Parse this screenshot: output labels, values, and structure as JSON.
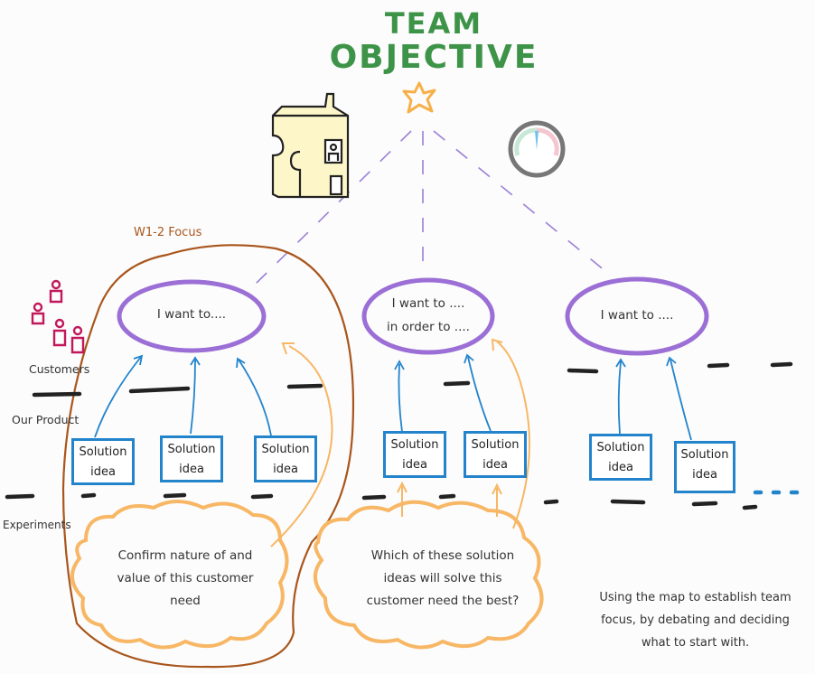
{
  "title": {
    "line1": "TEAM",
    "line2": "OBJECTIVE"
  },
  "focus_label": "W1-2 Focus",
  "rows": {
    "customers": "Customers",
    "our_product": "Our Product",
    "experiments": "Experiments"
  },
  "outcomes": [
    {
      "text": "I want to...."
    },
    {
      "line1": "I want to ....",
      "line2": "in order to ...."
    },
    {
      "text": "I want to ...."
    }
  ],
  "solution_label": {
    "line1": "Solution",
    "line2": "idea"
  },
  "experiments": [
    {
      "line1": "Confirm nature of and",
      "line2": "value of this customer",
      "line3": "need"
    },
    {
      "line1": "Which of these solution",
      "line2": "ideas will solve this",
      "line3": "customer need the best?"
    }
  ],
  "note": {
    "line1": "Using the map to establish team",
    "line2": "focus, by debating and deciding",
    "line3": "what to start with."
  },
  "colors": {
    "title": "#3d9448",
    "outcome": "#9b6fd6",
    "solution": "#2384cc",
    "experiment": "#f7b765",
    "focus": "#a9561c",
    "customers": "#c2185b",
    "star": "#f7b048"
  }
}
